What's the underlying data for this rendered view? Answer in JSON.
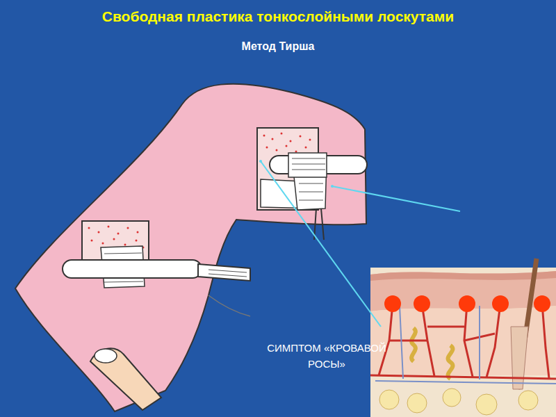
{
  "diagram": {
    "title": "Свободная пластика тонкослойными лоскутами",
    "labels": [
      "Метод Тирша",
      "СИМПТОМ «КРОВАВОЙ РОСЫ»"
    ]
  }
}
